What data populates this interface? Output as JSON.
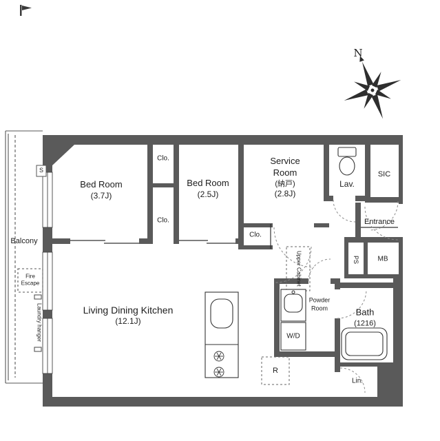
{
  "compass": {
    "north": "N"
  },
  "rooms": {
    "bedroom1": {
      "name": "Bed Room",
      "size": "(3.7J)"
    },
    "bedroom2": {
      "name": "Bed Room",
      "size": "(2.5J)"
    },
    "service": {
      "name1": "Service",
      "name2": "Room",
      "sub": "(納戸)",
      "size": "(2.8J)"
    },
    "ldk": {
      "name": "Living Dining Kitchen",
      "size": "(12.1J)"
    },
    "bath": {
      "name": "Bath",
      "size": "(1216)"
    },
    "powder": {
      "name1": "Powder",
      "name2": "Room"
    },
    "lav": {
      "name": "Lav."
    },
    "sic": {
      "name": "SIC"
    },
    "entrance": {
      "name": "Entrance"
    },
    "ps": {
      "name": "PS"
    },
    "mb": {
      "name": "MB"
    },
    "lin": {
      "name": "Lin."
    },
    "wd": {
      "name": "W/D"
    },
    "fridge": {
      "name": "R"
    },
    "upper_cabinet": {
      "name": "Upper Cabinet"
    },
    "closet_top": {
      "name": "Clo."
    },
    "closet_bottom": {
      "name": "Clo."
    },
    "closet_service": {
      "name": "Clo."
    }
  },
  "balcony": {
    "name": "Balcony",
    "fire_escape1": "Fire",
    "fire_escape2": "Escape",
    "laundry": "Laundry hanger",
    "shutter": "S"
  },
  "colors": {
    "wall": "#5a5a5a",
    "line": "#333333",
    "dash": "#8a8a8a"
  }
}
